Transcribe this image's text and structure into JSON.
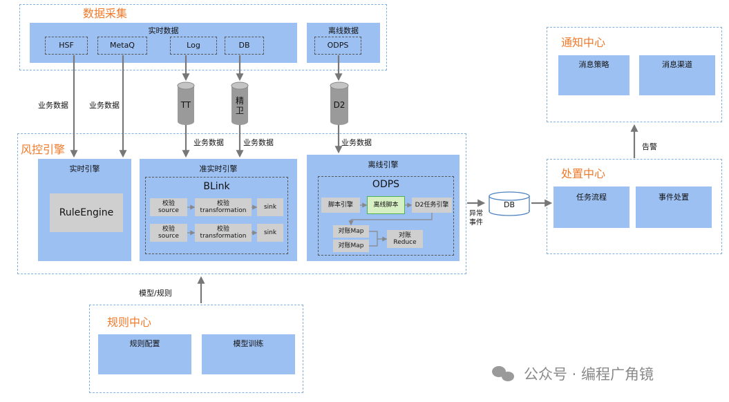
{
  "sections": {
    "collect": "数据采集",
    "risk": "风控引擎",
    "rules": "规则中心",
    "notify": "通知中心",
    "dispose": "处置中心"
  },
  "collect": {
    "realtime_label": "实时数据",
    "offline_label": "离线数据",
    "sources": [
      "HSF",
      "MetaQ",
      "Log",
      "DB"
    ],
    "offline_source": "ODPS"
  },
  "cylinders": {
    "tt": "TT",
    "jingwei": "精卫",
    "d2": "D2",
    "db": "DB"
  },
  "edge_labels": {
    "biz_data": "业务数据",
    "model_rule": "模型/规则",
    "exception_event": "异常事件",
    "alarm": "告警"
  },
  "engines": {
    "realtime": {
      "title": "实时引擎",
      "inner": "RuleEngine"
    },
    "near": {
      "title": "准实时引擎",
      "blink": "BLink",
      "row1": [
        "校验 source",
        "校验 transformation",
        "sink"
      ],
      "row2": [
        "校验 source",
        "校验 transformation",
        "sink"
      ]
    },
    "offline": {
      "title": "离线引擎",
      "odps": "ODPS",
      "script_engine": "脚本引擎",
      "offline_script": "离线脚本",
      "d2_task": "D2任务引擎",
      "map1": "对账Map",
      "map2": "对账Map",
      "reduce": "对账 Reduce"
    }
  },
  "rules": {
    "config": "规则配置",
    "train": "模型训练"
  },
  "notify": {
    "policy": "消息策略",
    "channel": "消息渠道"
  },
  "dispose": {
    "flow": "任务流程",
    "event": "事件处置"
  },
  "watermark": "公众号 · 编程广角镜",
  "colors": {
    "section_title": "#f07a2a",
    "box_fill": "#9dc0f3",
    "dashed_border": "#7fb0e0"
  }
}
